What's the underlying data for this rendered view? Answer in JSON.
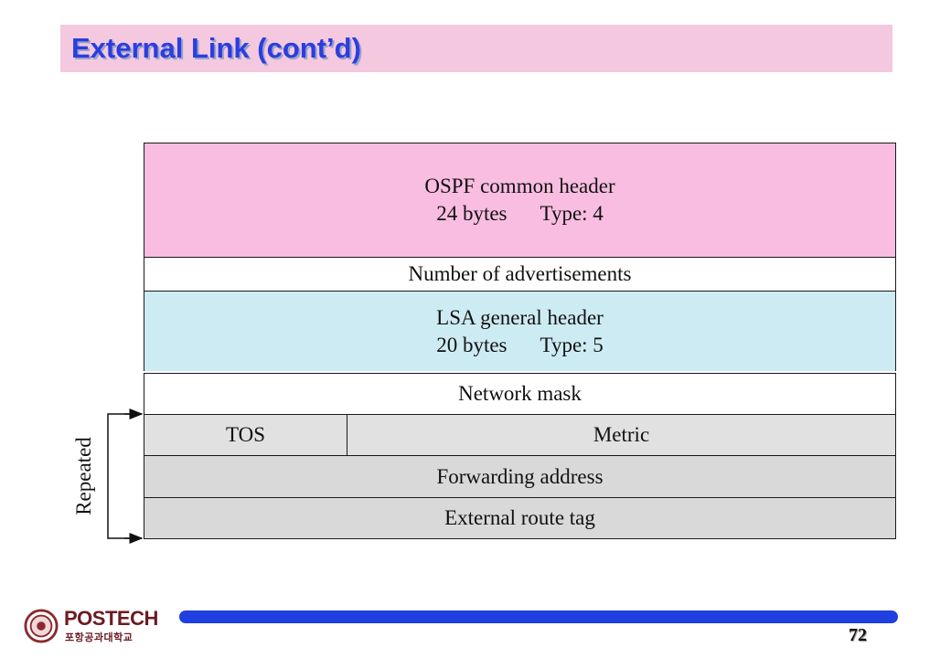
{
  "slide": {
    "title": "External Link (cont’d)",
    "page_number": "72"
  },
  "diagram": {
    "ospf_header": {
      "line1": "OSPF common header",
      "bytes": "24 bytes",
      "type": "Type: 4"
    },
    "num_ads": "Number of advertisements",
    "lsa_header": {
      "line1": "LSA general header",
      "bytes": "20 bytes",
      "type": "Type: 5"
    },
    "network_mask": "Network mask",
    "tos": "TOS",
    "metric": "Metric",
    "forwarding_address": "Forwarding address",
    "external_route_tag": "External route tag",
    "repeated_label": "Repeated"
  },
  "footer": {
    "logo_word": "POSTECH",
    "logo_sub": "포항공과대학교",
    "bar_color": "#1f3fe0"
  },
  "colors": {
    "title_bg": "#f4c8df",
    "title_text": "#2a3ee0",
    "ospf_fill": "#f8bde0",
    "lsa_fill": "#cdebf3",
    "repeated_fill": "#e1e1e1"
  }
}
